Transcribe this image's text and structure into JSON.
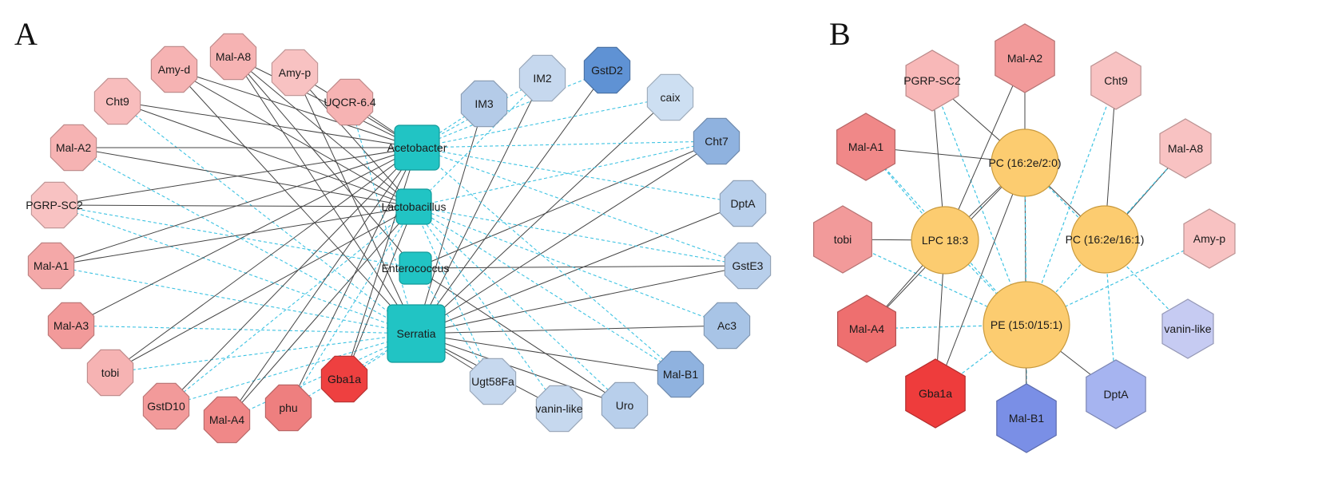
{
  "panels": {
    "a": {
      "letter": "A",
      "bacteria": [
        {
          "id": "acetobacter",
          "label": "Acetobacter"
        },
        {
          "id": "lactobacillus",
          "label": "Lactobacillus"
        },
        {
          "id": "enterococcus",
          "label": "Enterococcus"
        },
        {
          "id": "serratia",
          "label": "Serratia"
        }
      ],
      "genes": [
        {
          "id": "amy-d",
          "label": "Amy-d",
          "color": "#f6b3b3"
        },
        {
          "id": "mal-a8",
          "label": "Mal-A8",
          "color": "#f6b3b3"
        },
        {
          "id": "amy-p",
          "label": "Amy-p",
          "color": "#f8c2c2"
        },
        {
          "id": "uqcr",
          "label": "UQCR-6.4",
          "color": "#f6b3b3"
        },
        {
          "id": "cht9",
          "label": "Cht9",
          "color": "#f8bdbd"
        },
        {
          "id": "mal-a2",
          "label": "Mal-A2",
          "color": "#f6b3b3"
        },
        {
          "id": "pgrp-sc2",
          "label": "PGRP-SC2",
          "color": "#f8c2c2"
        },
        {
          "id": "mal-a1",
          "label": "Mal-A1",
          "color": "#f4a8a8"
        },
        {
          "id": "mal-a3",
          "label": "Mal-A3",
          "color": "#f29a9a"
        },
        {
          "id": "tobi",
          "label": "tobi",
          "color": "#f6b3b3"
        },
        {
          "id": "gstd10",
          "label": "GstD10",
          "color": "#f29a9a"
        },
        {
          "id": "mal-a4",
          "label": "Mal-A4",
          "color": "#f08888"
        },
        {
          "id": "phu",
          "label": "phu",
          "color": "#ee7f7f"
        },
        {
          "id": "gba1a",
          "label": "Gba1a",
          "color": "#ee4040"
        },
        {
          "id": "im3",
          "label": "IM3",
          "color": "#b4cbe8"
        },
        {
          "id": "im2",
          "label": "IM2",
          "color": "#c6d8ee"
        },
        {
          "id": "gstd2",
          "label": "GstD2",
          "color": "#5f92d4"
        },
        {
          "id": "caix",
          "label": "caix",
          "color": "#cddff2"
        },
        {
          "id": "cht7",
          "label": "Cht7",
          "color": "#8fb2df"
        },
        {
          "id": "dpta",
          "label": "DptA",
          "color": "#b8cfeb"
        },
        {
          "id": "gste3",
          "label": "GstE3",
          "color": "#b8cfeb"
        },
        {
          "id": "ac3",
          "label": "Ac3",
          "color": "#a8c4e6"
        },
        {
          "id": "mal-b1",
          "label": "Mal-B1",
          "color": "#8fb2df"
        },
        {
          "id": "uro",
          "label": "Uro",
          "color": "#b8cfeb"
        },
        {
          "id": "vanin",
          "label": "vanin-like",
          "color": "#c6d8ee"
        },
        {
          "id": "ugt58fa",
          "label": "Ugt58Fa",
          "color": "#c6d8ee"
        }
      ]
    },
    "b": {
      "letter": "B",
      "lipids": [
        {
          "id": "pc1",
          "label": "PC (16:2e/2:0)"
        },
        {
          "id": "lpc",
          "label": "LPC 18:3"
        },
        {
          "id": "pc2",
          "label": "PC (16:2e/16:1)"
        },
        {
          "id": "pe",
          "label": "PE (15:0/15:1)"
        }
      ],
      "genes": [
        {
          "id": "pgrp",
          "label": "PGRP-SC2",
          "color": "#f8b8b8"
        },
        {
          "id": "mal-a2",
          "label": "Mal-A2",
          "color": "#f29a9a"
        },
        {
          "id": "cht9",
          "label": "Cht9",
          "color": "#f8c2c2"
        },
        {
          "id": "mal-a1",
          "label": "Mal-A1",
          "color": "#f08888"
        },
        {
          "id": "mal-a8",
          "label": "Mal-A8",
          "color": "#f8c2c2"
        },
        {
          "id": "tobi",
          "label": "tobi",
          "color": "#f29a9a"
        },
        {
          "id": "amy-p",
          "label": "Amy-p",
          "color": "#f8c2c2"
        },
        {
          "id": "mal-a4",
          "label": "Mal-A4",
          "color": "#ee6f6f"
        },
        {
          "id": "vanin",
          "label": "vanin-like",
          "color": "#c6cbf2"
        },
        {
          "id": "gba1a",
          "label": "Gba1a",
          "color": "#ee3c3c"
        },
        {
          "id": "mal-b1",
          "label": "Mal-B1",
          "color": "#7a8fe6"
        },
        {
          "id": "dpta",
          "label": "DptA",
          "color": "#a6b4f0"
        }
      ]
    }
  },
  "colors": {
    "bacteria_fill": "#21c4c4",
    "bacteria_stroke": "#129a9a",
    "lipid_fill": "#fccc70",
    "lipid_stroke": "#c99a3d",
    "positive_edge": "#444444",
    "negative_edge": "#3ec3e2"
  }
}
